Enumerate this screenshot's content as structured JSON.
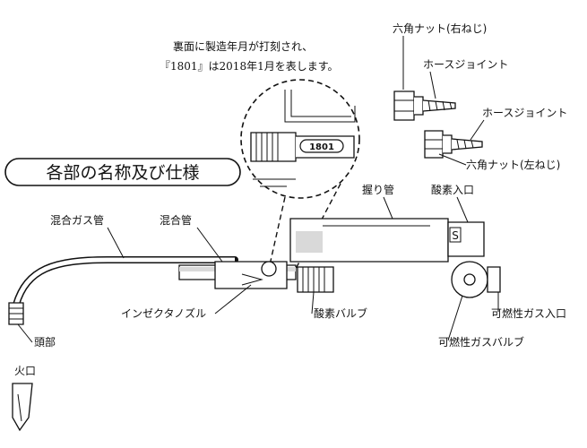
{
  "section_title": "各部の名称及び仕様",
  "engraving_note": {
    "line1": "裏面に製造年月が打刻され、",
    "line2": "『1801』は2018年1月を表します。",
    "stamp": "1801"
  },
  "fittings": {
    "hex_nut_right": "六角ナット(右ねじ)",
    "hose_joint_1": "ホースジョイント",
    "hose_joint_2": "ホースジョイント",
    "hex_nut_left": "六角ナット(左ねじ)"
  },
  "parts": {
    "mixed_gas_pipe": "混合ガス管",
    "mixing_pipe": "混合管",
    "grip_pipe": "握り管",
    "oxygen_inlet": "酸素入口",
    "injector_nozzle": "インゼクタノズル",
    "oxygen_valve": "酸素バルブ",
    "fuel_gas_inlet": "可燃性ガス入口",
    "head": "頭部",
    "fuel_gas_valve": "可燃性ガスバルブ",
    "tip": "火口",
    "oxygen_mark": "S"
  }
}
